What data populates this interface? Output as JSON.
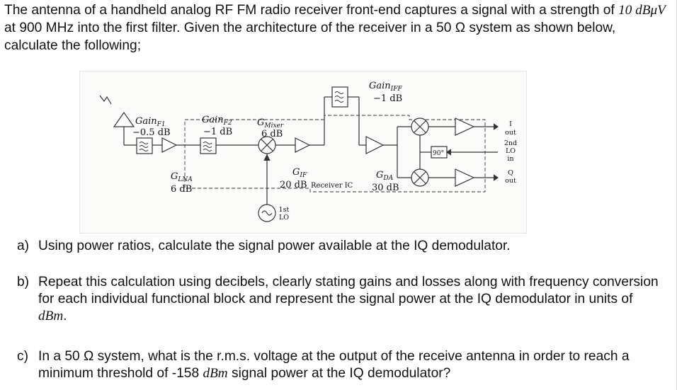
{
  "problem": {
    "intro_part1": "The antenna of a handheld analog RF FM radio receiver front-end captures a signal with a strength of ",
    "intro_value": "10 dBμV",
    "intro_part2": " at 900 MHz into the first filter. Given the architecture of the receiver in a 50 Ω system as shown below, calculate the following;"
  },
  "diagram": {
    "gain_f1_label": "Gain",
    "gain_f1_sub": "F1",
    "gain_f1_value": "−0.5 dB",
    "gain_f2_label": "Gain",
    "gain_f2_sub": "F2",
    "gain_f2_value": "−1 dB",
    "gain_mixer_label": "G",
    "gain_mixer_sub": "Mixer",
    "gain_mixer_value": "6 dB",
    "gain_lna_label": "G",
    "gain_lna_sub": "LNA",
    "gain_lna_value": "6 dB",
    "gain_if_label": "G",
    "gain_if_sub": "IF",
    "gain_if_value": "20 dB",
    "receiver_ic_label": "Receiver IC",
    "gain_iff_label": "Gain",
    "gain_iff_sub": "IFF",
    "gain_iff_value": "−1 dB",
    "gain_da_label": "G",
    "gain_da_sub": "DA",
    "gain_da_value": "30 dB",
    "phase_label": "90°",
    "i_out_label": "I",
    "out_label_1": "out",
    "lo2_label_1": "2nd",
    "lo2_label_2": "LO",
    "lo2_label_3": "in",
    "q_out_label": "Q",
    "out_label_2": "out",
    "lo1_label_1": "1st",
    "lo1_label_2": "LO"
  },
  "questions": [
    {
      "label": "a)",
      "text": "Using power ratios, calculate the signal power available at the IQ demodulator."
    },
    {
      "label": "b)",
      "text_part1": "Repeat this calculation using decibels, clearly stating gains and losses along with frequency conversion for each individual functional block and represent the signal power at the IQ demodulator in units of ",
      "unit": "dBm",
      "text_part2": "."
    },
    {
      "label": "c)",
      "text_part1": "In a 50 Ω system, what is the r.m.s. voltage at the output of the receive antenna in order to reach a minimum threshold of -158 ",
      "unit": "dBm",
      "text_part2": " signal power at the IQ demodulator?"
    }
  ]
}
